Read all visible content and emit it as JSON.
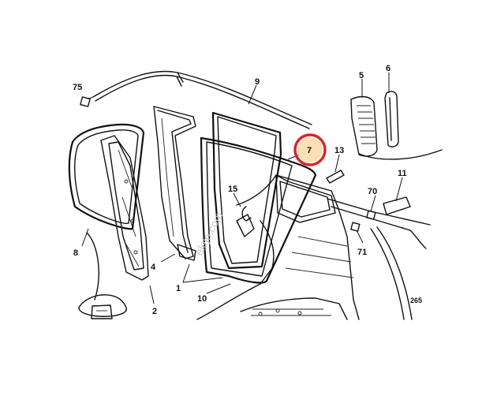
{
  "callouts": {
    "p75": "75",
    "p9": "9",
    "p5": "5",
    "p6": "6",
    "p7": "7",
    "p13": "13",
    "p11": "11",
    "p15": "15",
    "p70": "70",
    "p71": "71",
    "p8": "8",
    "p4": "4",
    "p1": "1",
    "p2": "2",
    "p10": "10"
  },
  "figure_ref": "265",
  "watermark": "elejo.com",
  "highlight": {
    "target": "7",
    "ring_color": "#d9262b",
    "fill_color": "#fbe0b4"
  }
}
